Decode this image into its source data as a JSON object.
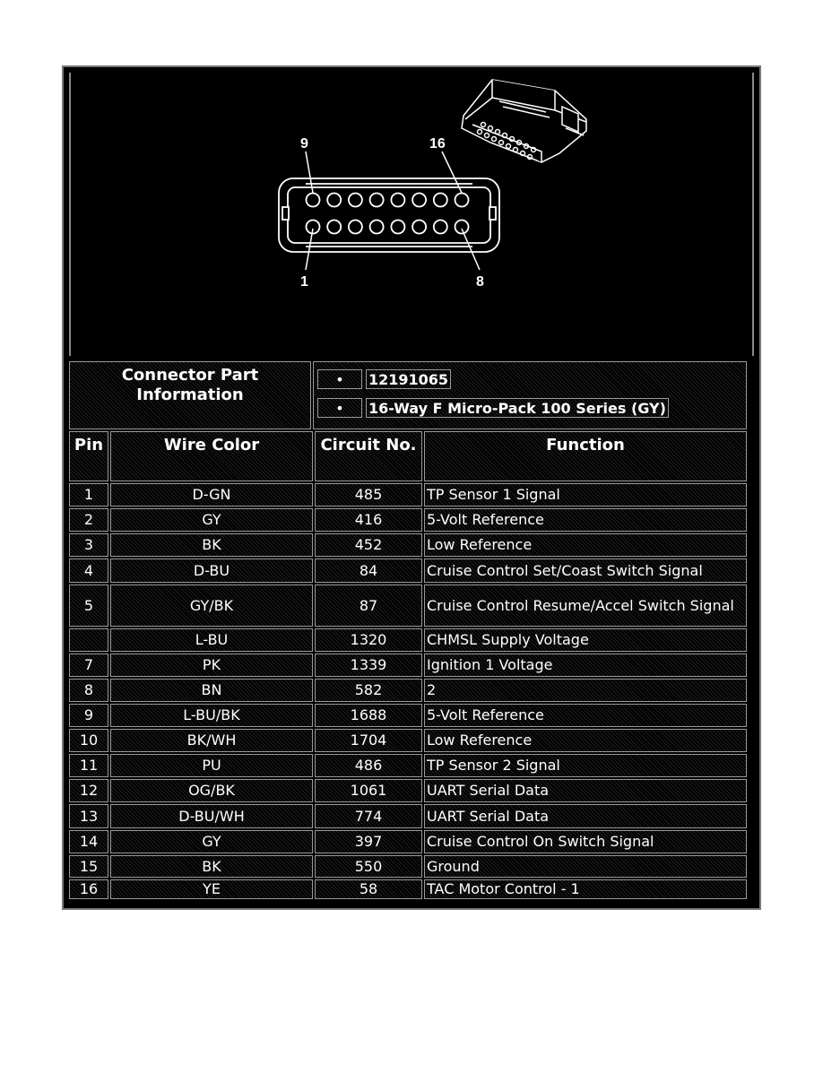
{
  "diagram": {
    "labels": {
      "top_left": "9",
      "top_right": "16",
      "bottom_left": "1",
      "bottom_right": "8"
    }
  },
  "part_info": {
    "title_line1": "Connector Part",
    "title_line2": "Information",
    "items": [
      {
        "bullet": "•",
        "value": "12191065"
      },
      {
        "bullet": "•",
        "value": "16-Way F Micro-Pack 100 Series (GY)"
      }
    ]
  },
  "table": {
    "headers": {
      "pin": "Pin",
      "wire_color": "Wire Color",
      "circuit": "Circuit No.",
      "function": "Function"
    },
    "rows": [
      {
        "pin": "1",
        "wire_color": "D-GN",
        "circuit": "485",
        "function": "TP Sensor 1 Signal"
      },
      {
        "pin": "2",
        "wire_color": "GY",
        "circuit": "416",
        "function": "5-Volt Reference"
      },
      {
        "pin": "3",
        "wire_color": "BK",
        "circuit": "452",
        "function": "Low Reference"
      },
      {
        "pin": "4",
        "wire_color": "D-BU",
        "circuit": "84",
        "function": "Cruise Control Set/Coast Switch Signal"
      },
      {
        "pin": "5",
        "wire_color": "GY/BK",
        "circuit": "87",
        "function": "Cruise Control Resume/Accel Switch Signal"
      },
      {
        "pin": "",
        "wire_color": "L-BU",
        "circuit": "1320",
        "function": "CHMSL Supply Voltage"
      },
      {
        "pin": "7",
        "wire_color": "PK",
        "circuit": "1339",
        "function": "Ignition 1 Voltage"
      },
      {
        "pin": "8",
        "wire_color": "BN",
        "circuit": "582",
        "function": "2"
      },
      {
        "pin": "9",
        "wire_color": "L-BU/BK",
        "circuit": "1688",
        "function": "5-Volt Reference"
      },
      {
        "pin": "10",
        "wire_color": "BK/WH",
        "circuit": "1704",
        "function": "Low Reference"
      },
      {
        "pin": "11",
        "wire_color": "PU",
        "circuit": "486",
        "function": "TP Sensor 2 Signal"
      },
      {
        "pin": "12",
        "wire_color": "OG/BK",
        "circuit": "1061",
        "function": "UART Serial Data"
      },
      {
        "pin": "13",
        "wire_color": "D-BU/WH",
        "circuit": "774",
        "function": "UART Serial Data"
      },
      {
        "pin": "14",
        "wire_color": "GY",
        "circuit": "397",
        "function": "Cruise Control On Switch Signal"
      },
      {
        "pin": "15",
        "wire_color": "BK",
        "circuit": "550",
        "function": "Ground"
      },
      {
        "pin": "16",
        "wire_color": "YE",
        "circuit": "58",
        "function": "TAC Motor Control - 1"
      }
    ]
  }
}
